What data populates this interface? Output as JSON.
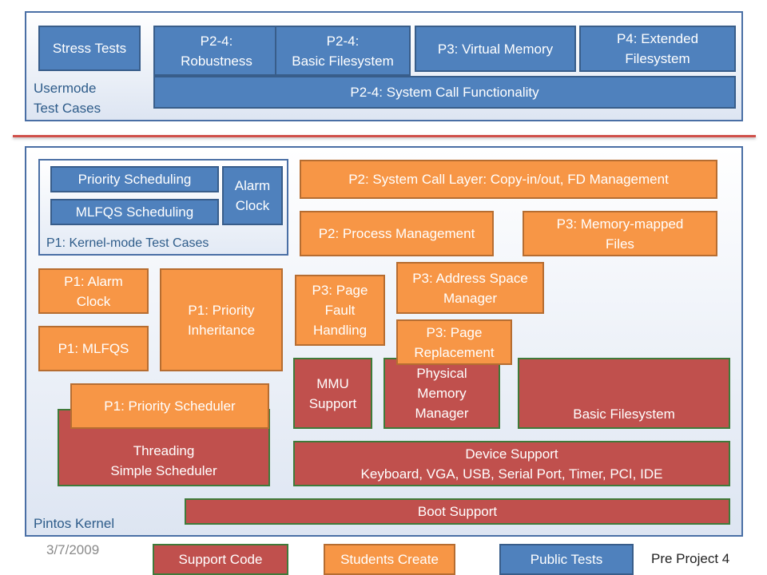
{
  "usermode": {
    "label": "Usermode\nTest Cases",
    "stress_tests": "Stress Tests",
    "robustness": "P2-4:\nRobustness",
    "basic_fs": "P2-4:\nBasic Filesystem",
    "virtual_memory": "P3: Virtual Memory",
    "extended_fs": "P4: Extended\nFilesystem",
    "syscall_functionality": "P2-4: System Call Functionality"
  },
  "kernel": {
    "label": "Pintos Kernel",
    "kernel_tests": {
      "label": "P1: Kernel-mode Test Cases",
      "priority_scheduling": "Priority Scheduling",
      "mlfqs_scheduling": "MLFQS Scheduling",
      "alarm_clock": "Alarm\nClock"
    },
    "syscall_layer": "P2: System Call Layer: Copy-in/out, FD Management",
    "process_management": "P2: Process Management",
    "memory_mapped_files": "P3: Memory-mapped\nFiles",
    "p1_alarm_clock": "P1: Alarm\nClock",
    "p1_priority_inheritance": "P1: Priority\nInheritance",
    "page_fault_handling": "P3: Page\nFault\nHandling",
    "address_space_manager": "P3: Address Space\nManager",
    "page_replacement": "P3: Page\nReplacement",
    "p1_mlfqs": "P1: MLFQS",
    "mmu_support": "MMU\nSupport",
    "physical_memory_manager": "Physical\nMemory\nManager",
    "basic_filesystem": "Basic Filesystem",
    "p1_priority_scheduler": "P1: Priority Scheduler",
    "threading": "Threading\nSimple Scheduler",
    "device_support": "Device Support\nKeyboard, VGA, USB, Serial Port, Timer, PCI, IDE",
    "boot_support": "Boot Support"
  },
  "legend": {
    "support_code": "Support Code",
    "students_create": "Students Create",
    "public_tests": "Public Tests"
  },
  "footer": {
    "date": "3/7/2009",
    "title": "Pre Project 4"
  },
  "colors": {
    "public_tests": "#4f81bd",
    "students_create": "#f79646",
    "support_code": "#c0504d",
    "panel_border": "#4a6fa5",
    "divider": "#d0504a"
  }
}
